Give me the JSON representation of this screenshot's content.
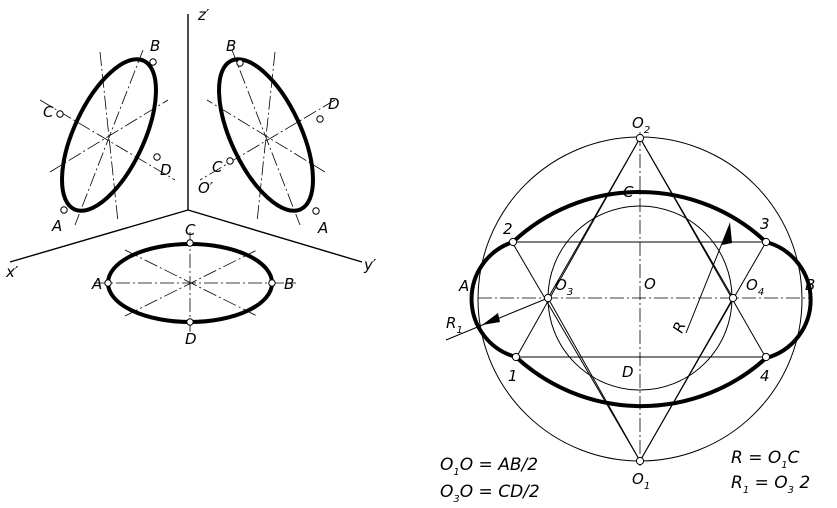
{
  "left_figure": {
    "axes": {
      "z": "z′",
      "x": "x′",
      "y": "y′",
      "origin": "O′"
    },
    "ellipse_zx": {
      "b": "B",
      "c": "C",
      "d": "D",
      "a": "A"
    },
    "ellipse_zy": {
      "b": "B",
      "d": "D",
      "c": "C",
      "a": "A"
    },
    "ellipse_xy": {
      "c": "C",
      "a": "A",
      "b": "B",
      "d": "D"
    }
  },
  "right_figure": {
    "points": {
      "o2": "O",
      "o2_sub": "2",
      "o1": "O",
      "o1_sub": "1",
      "o3": "O",
      "o3_sub": "3",
      "o4": "O",
      "o4_sub": "4",
      "o": "O",
      "a": "A",
      "b": "B",
      "c": "C",
      "d": "D",
      "p1": "1",
      "p2": "2",
      "p3": "3",
      "p4": "4"
    },
    "radius_r": "R",
    "radius_r1": "R",
    "radius_r1_sub": "1"
  },
  "formulas": {
    "f1": {
      "o": "O",
      "sub": "1",
      "rest": "O = AB/2"
    },
    "f2": {
      "o": "O",
      "sub": "3",
      "rest": "O = CD/2"
    },
    "f3": {
      "lead": "R = O",
      "sub": "1",
      "rest": "C"
    },
    "f4": {
      "lead": "R",
      "sub": "1",
      "mid": " = O",
      "sub2": "3",
      "rest": " 2"
    }
  }
}
